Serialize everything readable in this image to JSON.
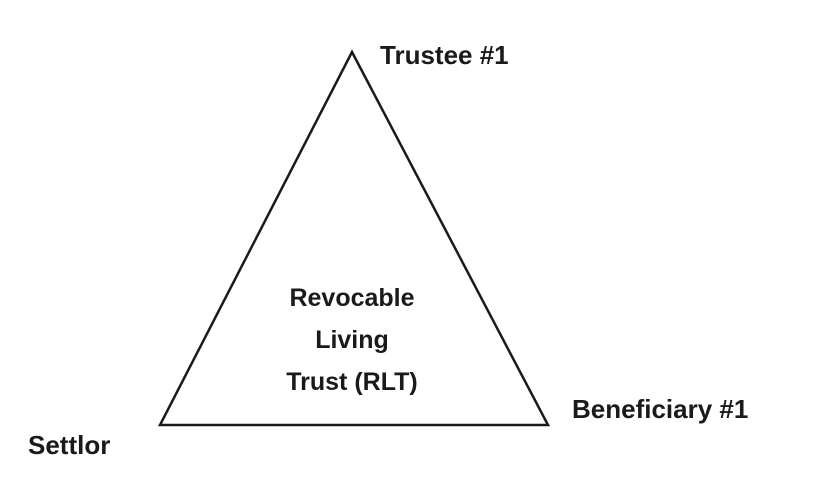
{
  "diagram": {
    "vertices": {
      "top": "Trustee #1",
      "bottom_right": "Beneficiary #1",
      "bottom_left": "Settlor"
    },
    "center_text": [
      "Revocable",
      "Living",
      "Trust (RLT)"
    ]
  }
}
